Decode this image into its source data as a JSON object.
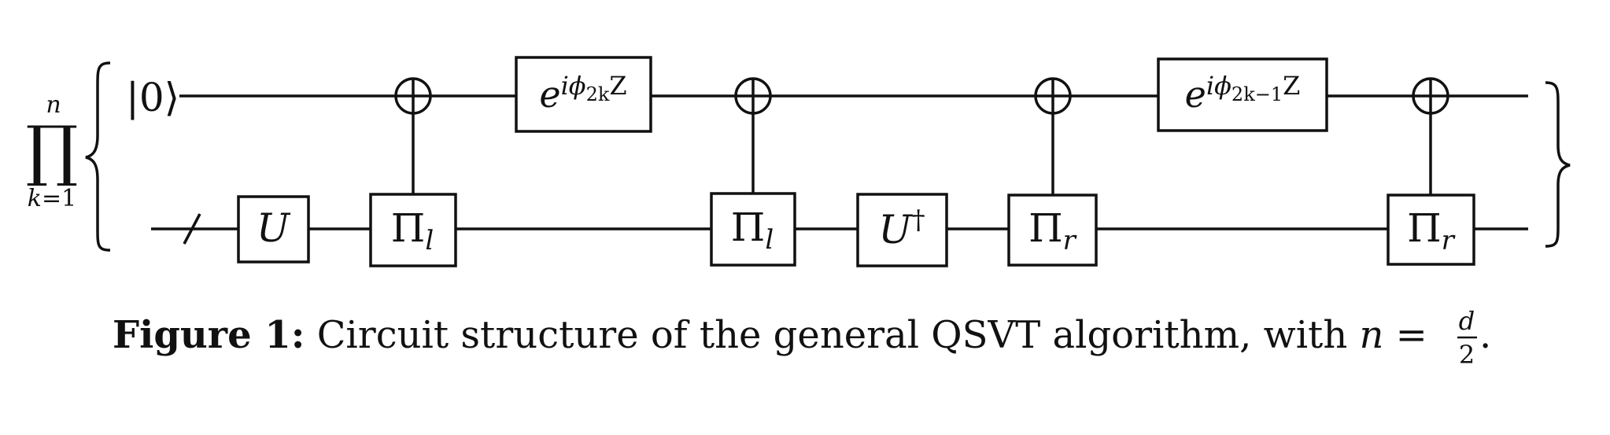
{
  "product": {
    "symbol": "∏",
    "upper": "n",
    "lower_var": "k",
    "lower_eq": "=",
    "lower_val": "1"
  },
  "wires": {
    "top_state": "|0⟩"
  },
  "gates": {
    "U": "U",
    "U_dagger_base": "U",
    "U_dagger_sup": "†",
    "pi": "Π",
    "pi_l_sub": "l",
    "pi_r_sub": "r",
    "phase_e": "e",
    "phase_i": "i",
    "phase_phi": "ϕ",
    "phase1_sub": "2k",
    "phase2_sub": "2k−1",
    "phase_Z": "Z"
  },
  "caption": {
    "label": "Figure 1:",
    "text": " Circuit structure of the general QSVT algorithm, with ",
    "n": "n",
    "eq": " = ",
    "frac_num": "d",
    "frac_den": "2",
    "end": "."
  }
}
